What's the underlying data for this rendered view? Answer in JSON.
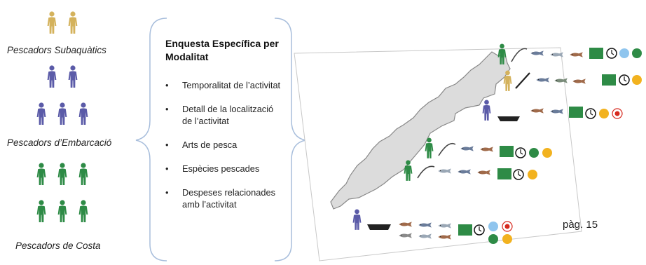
{
  "groups": [
    {
      "label": "Pescadors Subaquàtics",
      "color": "#d4b25c"
    },
    {
      "label": "Pescadors d’Embarcació",
      "color": "#5b5ba8"
    },
    {
      "label": "Pescadors de Costa",
      "color": "#2e8b46"
    }
  ],
  "survey": {
    "title": "Enquesta Específica per Modalitat",
    "items": [
      "Temporalitat de l’activitat",
      "Detall de la localització de l’activitat",
      "Arts de pesca",
      "Espècies pescades",
      "Despeses relacionades amb l’activitat"
    ]
  },
  "page": "pàg. 15",
  "colors": {
    "map_fill": "#dcdcdc",
    "map_stroke": "#888888",
    "brace": "#a8bedc",
    "money": "#2e8b46",
    "cold_season": "#8fc5ee",
    "warm_season": "#f2b21f",
    "leaf": "#d62a1f"
  },
  "icons": [
    "person-icon",
    "fishing-rod-icon",
    "speargun-icon",
    "boat-icon",
    "fish-icon",
    "money-icon",
    "clock-icon",
    "snowflake-icon",
    "sun-icon",
    "maple-leaf-icon"
  ]
}
